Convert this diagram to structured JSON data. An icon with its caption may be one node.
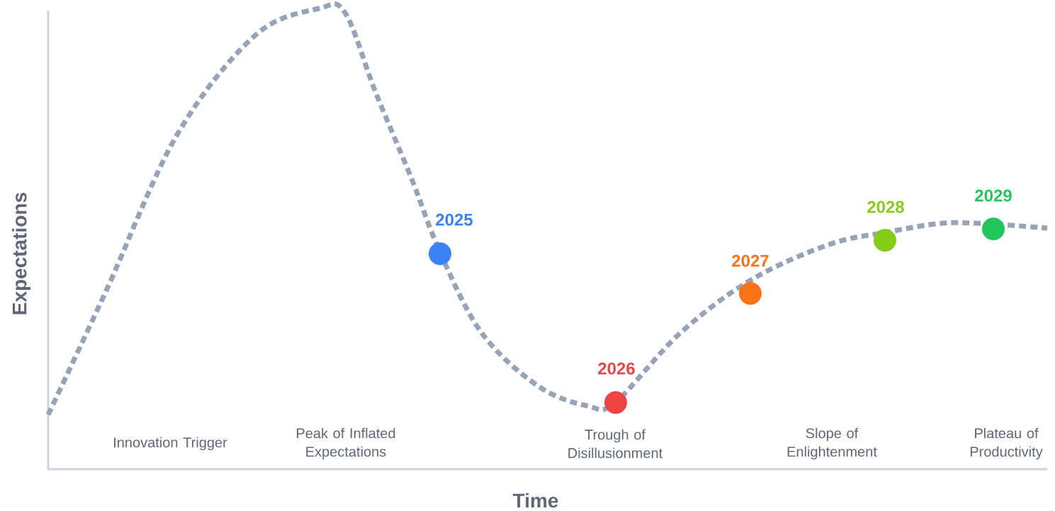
{
  "diagram": {
    "nodes": [
      {
        "text": [],
        "shape": "circle",
        "beside": [
          "2025"
        ]
      },
      {
        "text": [],
        "shape": "circle",
        "beside": [
          "2026"
        ]
      },
      {
        "text": [],
        "shape": "circle",
        "beside": [
          "2027"
        ]
      },
      {
        "text": [],
        "shape": "circle",
        "beside": [
          "2028"
        ]
      },
      {
        "text": [],
        "shape": "circle",
        "beside": [
          "2029"
        ]
      }
    ],
    "labels": [
      "Innovation Trigger",
      "Peak of Inflated Expectations",
      "Trough of Disillusionment",
      "Slope of Enlightenment",
      "Plateau of Productivity",
      "Expectations",
      "Time"
    ]
  }
}
